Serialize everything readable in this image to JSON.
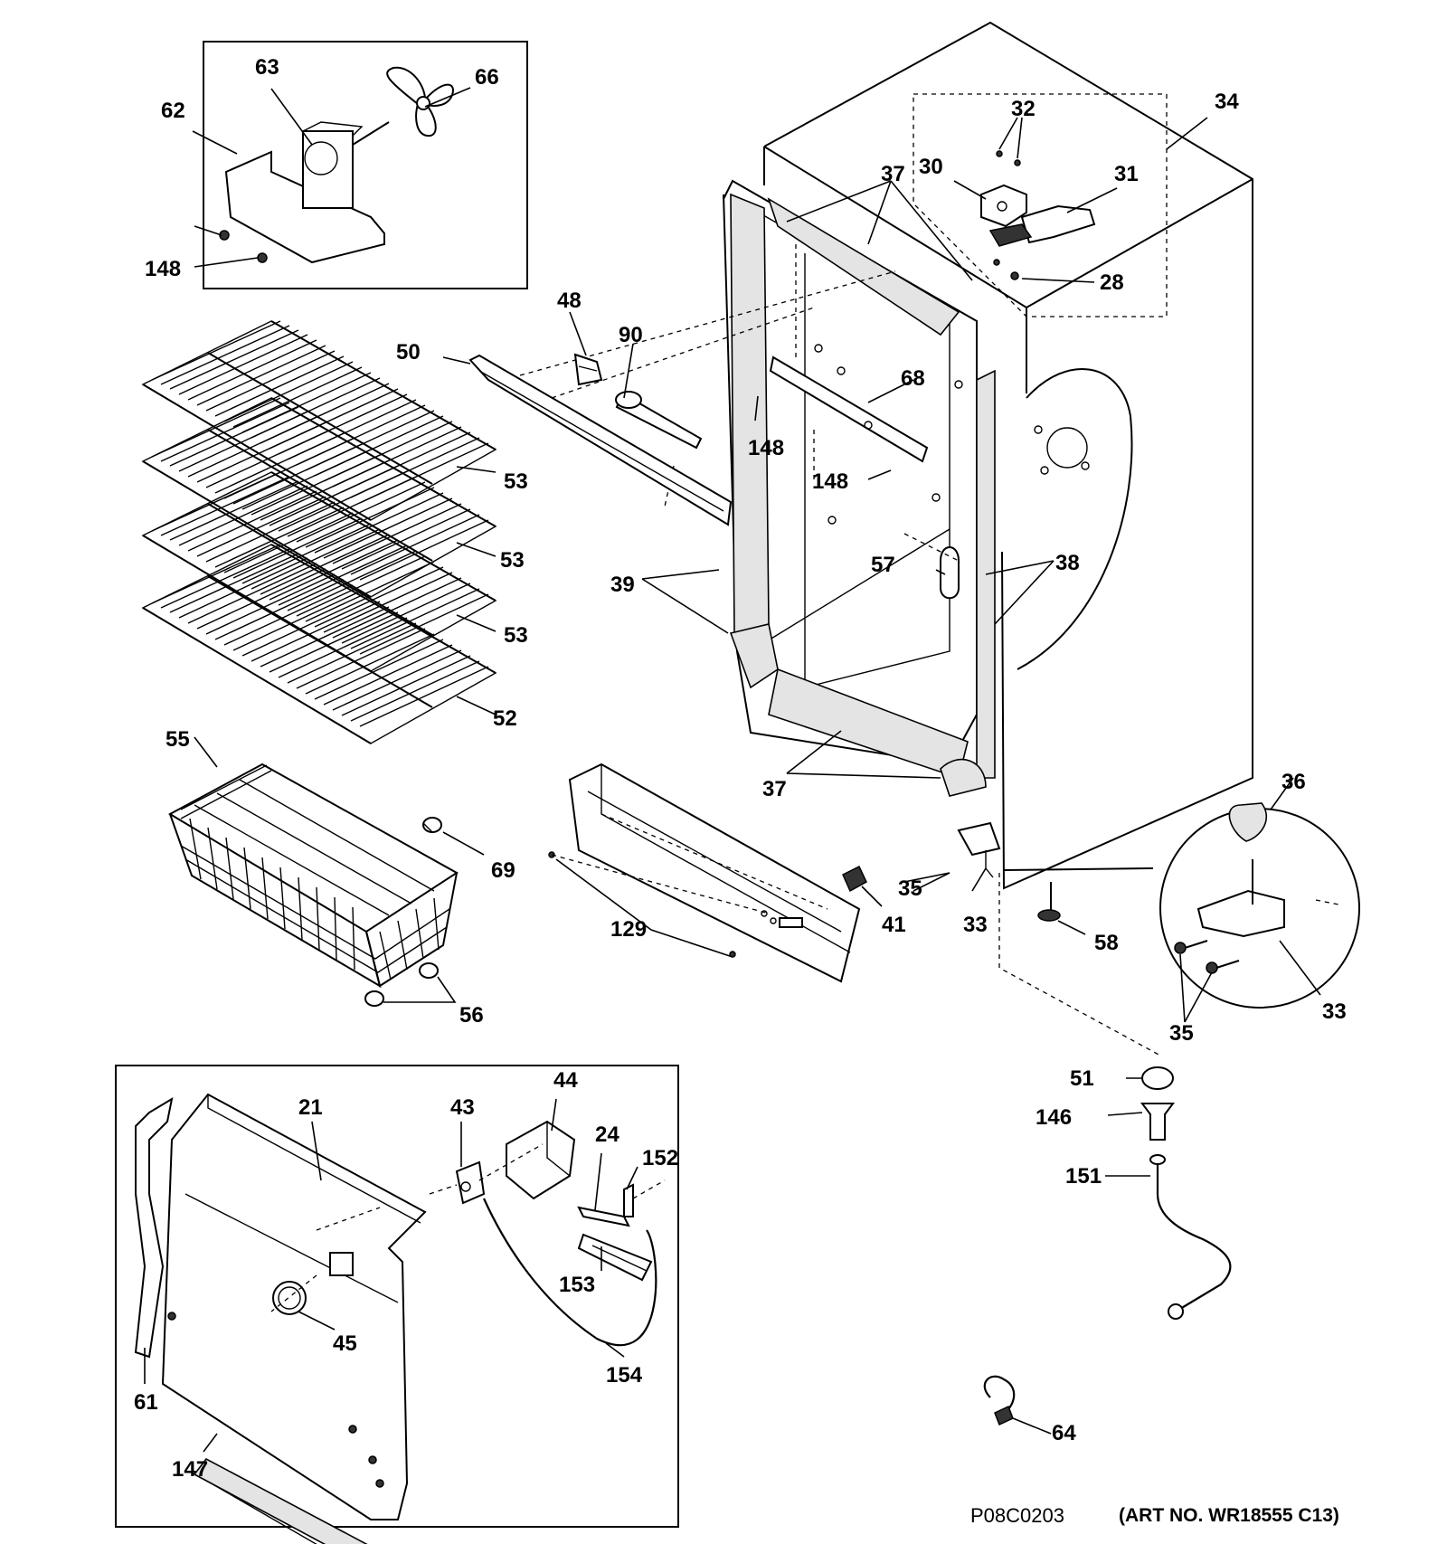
{
  "diagram": {
    "callouts": [
      {
        "id": "c62",
        "text": "62"
      },
      {
        "id": "c63",
        "text": "63"
      },
      {
        "id": "c66",
        "text": "66"
      },
      {
        "id": "c148a",
        "text": "148"
      },
      {
        "id": "c32",
        "text": "32"
      },
      {
        "id": "c34",
        "text": "34"
      },
      {
        "id": "c37a",
        "text": "37"
      },
      {
        "id": "c30",
        "text": "30"
      },
      {
        "id": "c31",
        "text": "31"
      },
      {
        "id": "c28",
        "text": "28"
      },
      {
        "id": "c48",
        "text": "48"
      },
      {
        "id": "c90",
        "text": "90"
      },
      {
        "id": "c50",
        "text": "50"
      },
      {
        "id": "c68",
        "text": "68"
      },
      {
        "id": "c148b",
        "text": "148"
      },
      {
        "id": "c148c",
        "text": "148"
      },
      {
        "id": "c53a",
        "text": "53"
      },
      {
        "id": "c53b",
        "text": "53"
      },
      {
        "id": "c53c",
        "text": "53"
      },
      {
        "id": "c52",
        "text": "52"
      },
      {
        "id": "c39",
        "text": "39"
      },
      {
        "id": "c57",
        "text": "57"
      },
      {
        "id": "c38",
        "text": "38"
      },
      {
        "id": "c55",
        "text": "55"
      },
      {
        "id": "c37b",
        "text": "37"
      },
      {
        "id": "c36",
        "text": "36"
      },
      {
        "id": "c69",
        "text": "69"
      },
      {
        "id": "c35a",
        "text": "35"
      },
      {
        "id": "c41",
        "text": "41"
      },
      {
        "id": "c33a",
        "text": "33"
      },
      {
        "id": "c129",
        "text": "129"
      },
      {
        "id": "c58",
        "text": "58"
      },
      {
        "id": "c56",
        "text": "56"
      },
      {
        "id": "c33b",
        "text": "33"
      },
      {
        "id": "c35b",
        "text": "35"
      },
      {
        "id": "c51",
        "text": "51"
      },
      {
        "id": "c146",
        "text": "146"
      },
      {
        "id": "c151",
        "text": "151"
      },
      {
        "id": "c21",
        "text": "21"
      },
      {
        "id": "c43",
        "text": "43"
      },
      {
        "id": "c44",
        "text": "44"
      },
      {
        "id": "c24",
        "text": "24"
      },
      {
        "id": "c152",
        "text": "152"
      },
      {
        "id": "c153",
        "text": "153"
      },
      {
        "id": "c45",
        "text": "45"
      },
      {
        "id": "c154",
        "text": "154"
      },
      {
        "id": "c61",
        "text": "61"
      },
      {
        "id": "c147",
        "text": "147"
      },
      {
        "id": "c64",
        "text": "64"
      }
    ],
    "drawing_number": "P08C0203",
    "art_number": "(ART NO. WR18555 C13)"
  }
}
